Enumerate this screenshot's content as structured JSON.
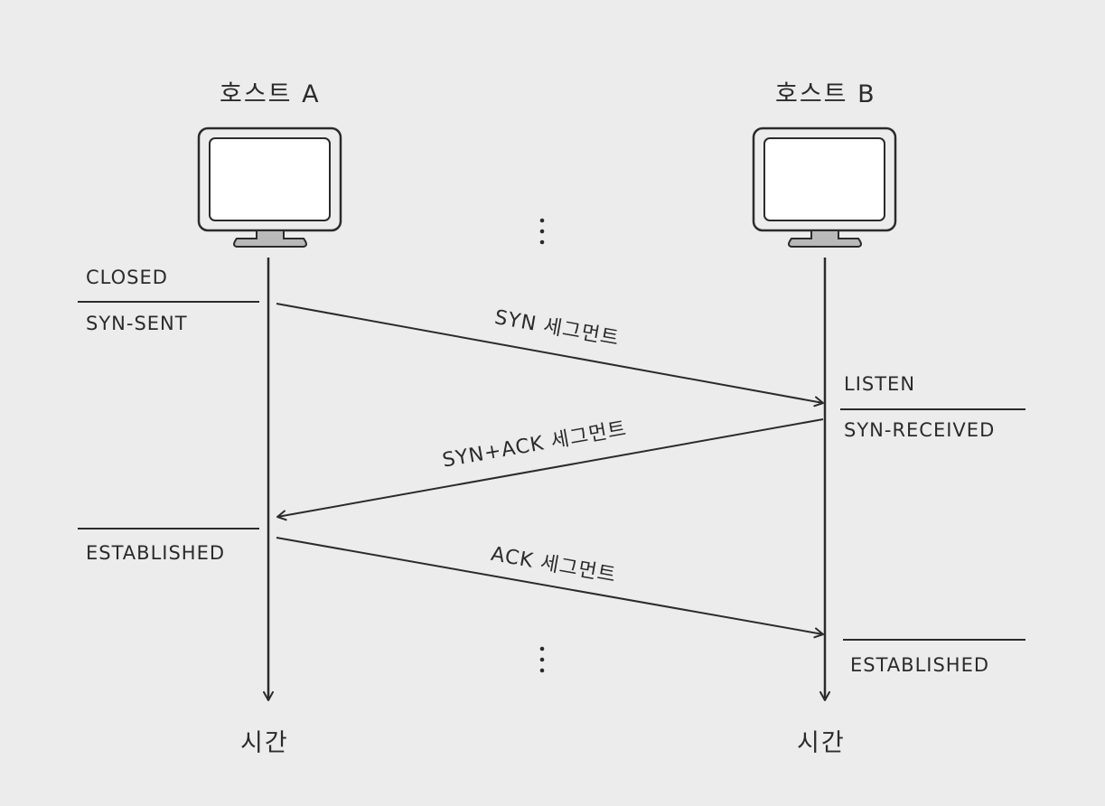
{
  "hosts": {
    "a": {
      "title": "호스트 A",
      "time_label": "시간"
    },
    "b": {
      "title": "호스트 B",
      "time_label": "시간"
    }
  },
  "states": {
    "a_closed": "CLOSED",
    "a_syn_sent": "SYN-SENT",
    "a_established": "ESTABLISHED",
    "b_listen": "LISTEN",
    "b_syn_received": "SYN-RECEIVED",
    "b_established": "ESTABLISHED"
  },
  "segments": {
    "syn": "SYN 세그먼트",
    "syn_ack": "SYN+ACK 세그먼트",
    "ack": "ACK 세그먼트"
  },
  "colors": {
    "background": "#ececec",
    "ink": "#2b2b2b",
    "monitor_stand": "#b9b9b9",
    "screen": "#ffffff"
  }
}
